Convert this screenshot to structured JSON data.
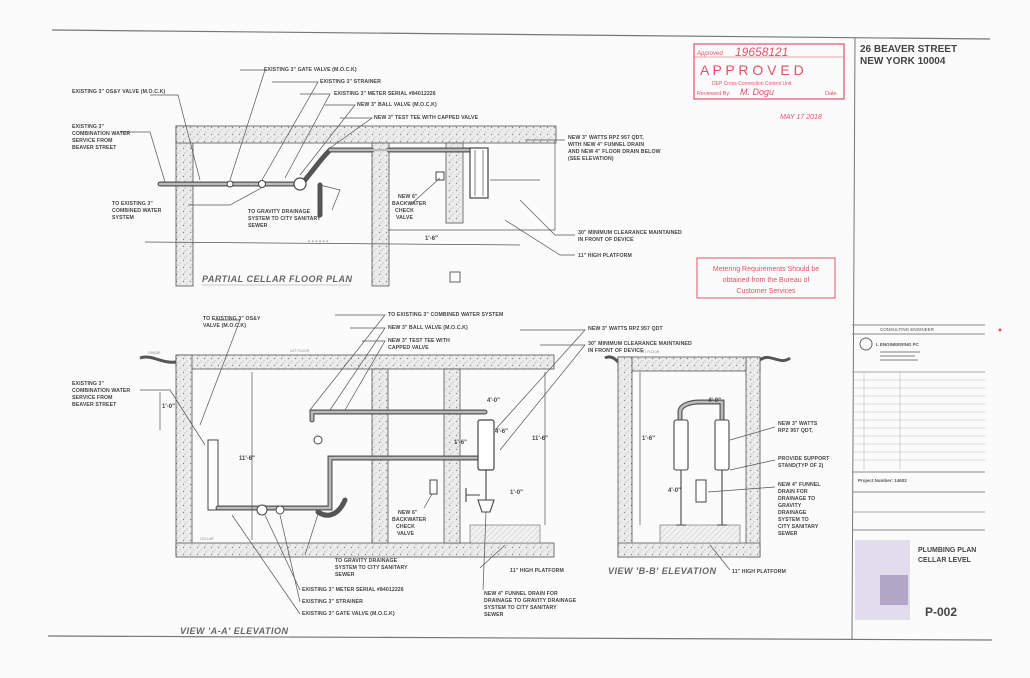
{
  "sheet": {
    "address_line1": "26 BEAVER STREET",
    "address_line2": "NEW YORK 10004",
    "sheet_number": "P-002"
  },
  "stamp": {
    "approved_prefix": "Approved",
    "approval_number": "19658121",
    "approved_word": "A P P R O V E D",
    "unit_line": "DEP Cross-Connection Control Unit",
    "reviewed_label": "Reviewed By:",
    "reviewer": "M. Dogu",
    "date_label": "Date",
    "date_value": "MAY 17 2018"
  },
  "notice": {
    "line1": "Metering Requirements Should be",
    "line2": "obtained from the Bureau of",
    "line3": "Customer Services"
  },
  "titleblock": {
    "consulting_label": "CONSULTING ENGINEER",
    "firm": "L ENGINEERING PC",
    "project_number": "Project Number: 14602",
    "drawing_title1": "PLUMBING PLAN",
    "drawing_title2": "CELLAR LEVEL"
  },
  "plan": {
    "title": "PARTIAL CELLAR FLOOR PLAN",
    "labels": {
      "gate_valve": "EXISTING 3\" GATE VALVE (M.O.C.K)",
      "osay_valve": "EXISTING 3\" OS&Y VALVE (M.O.C.K)",
      "strainer": "EXISTING 3\" STRAINER",
      "meter_serial": "EXISTING 3\" METER SERIAL #84012226",
      "ball_valve": "NEW 3\" BALL VALVE (M.O.C.K)",
      "test_tee": "NEW 3\" TEST TEE WITH CAPPED VALVE",
      "combination_service_1": "EXISTING 3\"",
      "combination_service_2": "COMBINATION WATER",
      "combination_service_3": "SERVICE FROM",
      "combination_service_4": "BEAVER STREET",
      "to_combined_1": "TO EXISTING 3\"",
      "to_combined_2": "COMBINED WATER",
      "to_combined_3": "SYSTEM",
      "gravity_1": "TO GRAVITY DRAINAGE",
      "gravity_2": "SYSTEM TO CITY SANITARY",
      "gravity_3": "SEWER",
      "backwater_1": "NEW 6\"",
      "backwater_2": "BACKWATER",
      "backwater_3": "CHECK",
      "backwater_4": "VALVE",
      "rpz_1": "NEW 3\" WATTS RPZ 957 QDT,",
      "rpz_2": "WITH NEW 4\" FUNNEL DRAIN",
      "rpz_3": "AND NEW 4\" FLOOR DRAIN BELOW",
      "rpz_4": "(SEE ELEVATION)",
      "clearance_1": "30\" MINIMUM CLEARANCE MAINTAINED",
      "clearance_2": "IN FRONT OF DEVICE",
      "platform": "11\" HIGH PLATFORM",
      "dim_1": "1'-6\""
    }
  },
  "elev_a": {
    "title": "VIEW 'A-A' ELEVATION",
    "labels": {
      "osay_valve_1": "TO EXISTING 3\" OS&Y",
      "osay_valve_2": "VALVE (M.O.C.K)",
      "to_combined": "TO EXISTING 3\" COMBINED WATER SYSTEM",
      "ball_valve": "NEW 3\" BALL VALVE (M.O.C.K)",
      "test_tee_1": "NEW 3\" TEST TEE WITH",
      "test_tee_2": "CAPPED VALVE",
      "rpz": "NEW 3\" WATTS RPZ 957 QDT",
      "clearance_1": "30\" MINIMUM CLEARANCE MAINTAINED",
      "clearance_2": "IN FRONT OF DEVICE",
      "service_1": "EXISTING 3\"",
      "service_2": "COMBINATION WATER",
      "service_3": "SERVICE FROM",
      "service_4": "BEAVER STREET",
      "backwater_1": "NEW 6\"",
      "backwater_2": "BACKWATER",
      "backwater_3": "CHECK",
      "backwater_4": "VALVE",
      "gravity_1": "TO GRAVITY DRAINAGE",
      "gravity_2": "SYSTEM TO CITY SANITARY",
      "gravity_3": "SEWER",
      "meter_serial": "EXISTING 3\" METER SERIAL #84012226",
      "strainer": "EXISTING 3\" STRAINER",
      "gate_valve": "EXISTING 3\" GATE VALVE (M.O.C.K)",
      "funnel_1": "NEW 4\" FUNNEL DRAIN FOR",
      "funnel_2": "DRAINAGE TO GRAVITY DRAINAGE",
      "funnel_3": "SYSTEM TO CITY SANITARY",
      "funnel_4": "SEWER",
      "platform": "11\" HIGH PLATFORM",
      "floor": "1ST FLOOR",
      "grade": "GRADE",
      "cellar": "CELLAR",
      "dim_top": "1'-0\"",
      "dim_side": "11'-6\"",
      "dim_small": "4'-0\"",
      "dim_a": "1'-6\"",
      "dim_b": "4'-6\"",
      "dim_c": "1'-0\""
    }
  },
  "elev_b": {
    "title": "VIEW 'B-B' ELEVATION",
    "labels": {
      "rpz_1": "NEW 3\" WATTS",
      "rpz_2": "RPZ 957 QDT,",
      "support_1": "PROVIDE SUPPORT",
      "support_2": "STAND(TYP OF 2)",
      "funnel_1": "NEW 4\" FUNNEL",
      "funnel_2": "DRAIN FOR",
      "funnel_3": "DRAINAGE TO",
      "funnel_4": "GRAVITY",
      "funnel_5": "DRAINAGE",
      "funnel_6": "SYSTEM TO",
      "funnel_7": "CITY SANITARY",
      "funnel_8": "SEWER",
      "platform": "11\" HIGH PLATFORM",
      "floor": "1ST FLOOR",
      "dim_top": "4'-0\"",
      "dim_mid": "1'-6\"",
      "dim_low": "4'-0\""
    }
  }
}
